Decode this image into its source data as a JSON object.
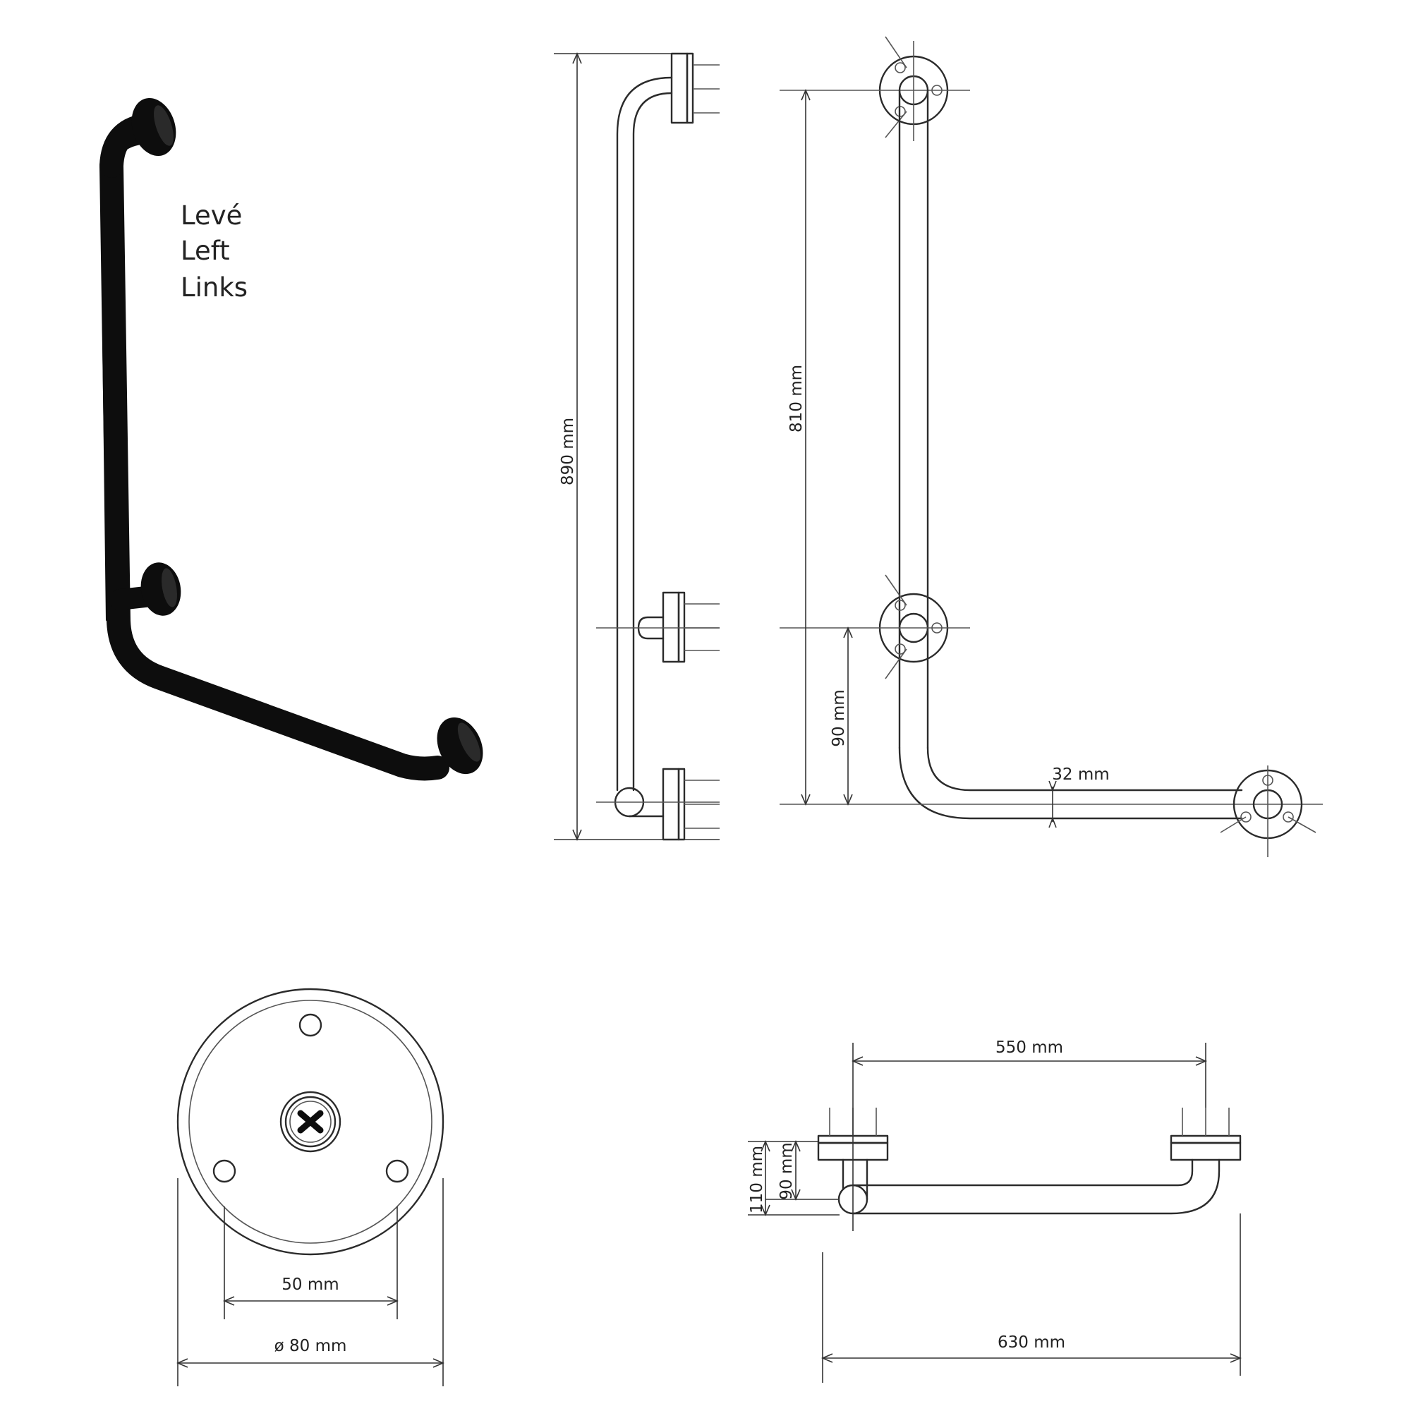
{
  "labels": {
    "variant_lines": [
      "Levé",
      "Left",
      "Links"
    ],
    "dim_height_total": "890 mm",
    "dim_height_axis": "810 mm",
    "dim_offset_side": "90 mm",
    "dim_tube": "32 mm",
    "dim_rosette_holes": "50 mm",
    "dim_rosette_diameter": "ø 80 mm",
    "dim_bottom_axis": "550 mm",
    "dim_bottom_total": "630 mm",
    "dim_depth_total": "110 mm",
    "dim_depth_axis": "90 mm"
  },
  "colors": {
    "product": "#0d0d0d",
    "drawing_line": "#2b2b2b",
    "text": "#222222",
    "background": "#ffffff"
  }
}
